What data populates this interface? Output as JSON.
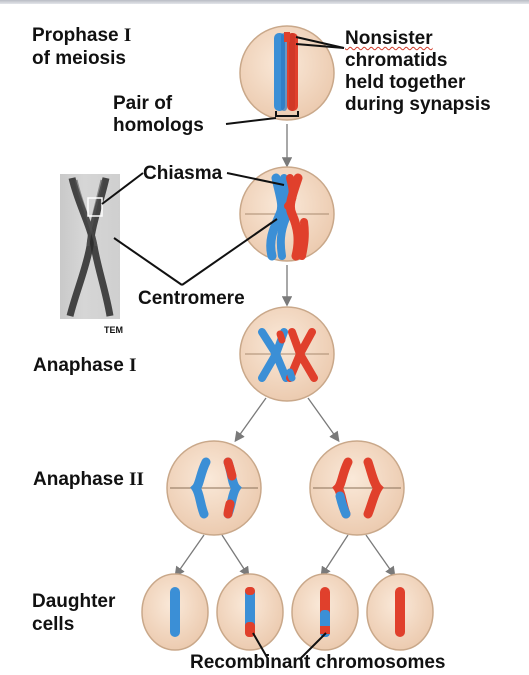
{
  "labels": {
    "prophase_line1": "Prophase ",
    "prophase_roman": "I",
    "prophase_line2": "of meiosis",
    "nonsister_line1": "Nonsister",
    "nonsister_line2": "chromatids",
    "nonsister_line3": "held together",
    "nonsister_line4": "during synapsis",
    "pair_line1": "Pair of",
    "pair_line2": "homologs",
    "chiasma": "Chiasma",
    "centromere": "Centromere",
    "tem": "TEM",
    "anaphase1_text": "Anaphase ",
    "anaphase1_roman": "I",
    "anaphase2_text": "Anaphase ",
    "anaphase2_roman": "II",
    "daughter_line1": "Daughter",
    "daughter_line2": "cells",
    "recombinant": "Recombinant chromosomes"
  },
  "colors": {
    "cell_fill": "#f3d9c2",
    "cell_stroke": "#c9a88a",
    "blue_chromosome": "#3b8fd6",
    "red_chromosome": "#e0402c",
    "arrow": "#7a7a7a"
  }
}
